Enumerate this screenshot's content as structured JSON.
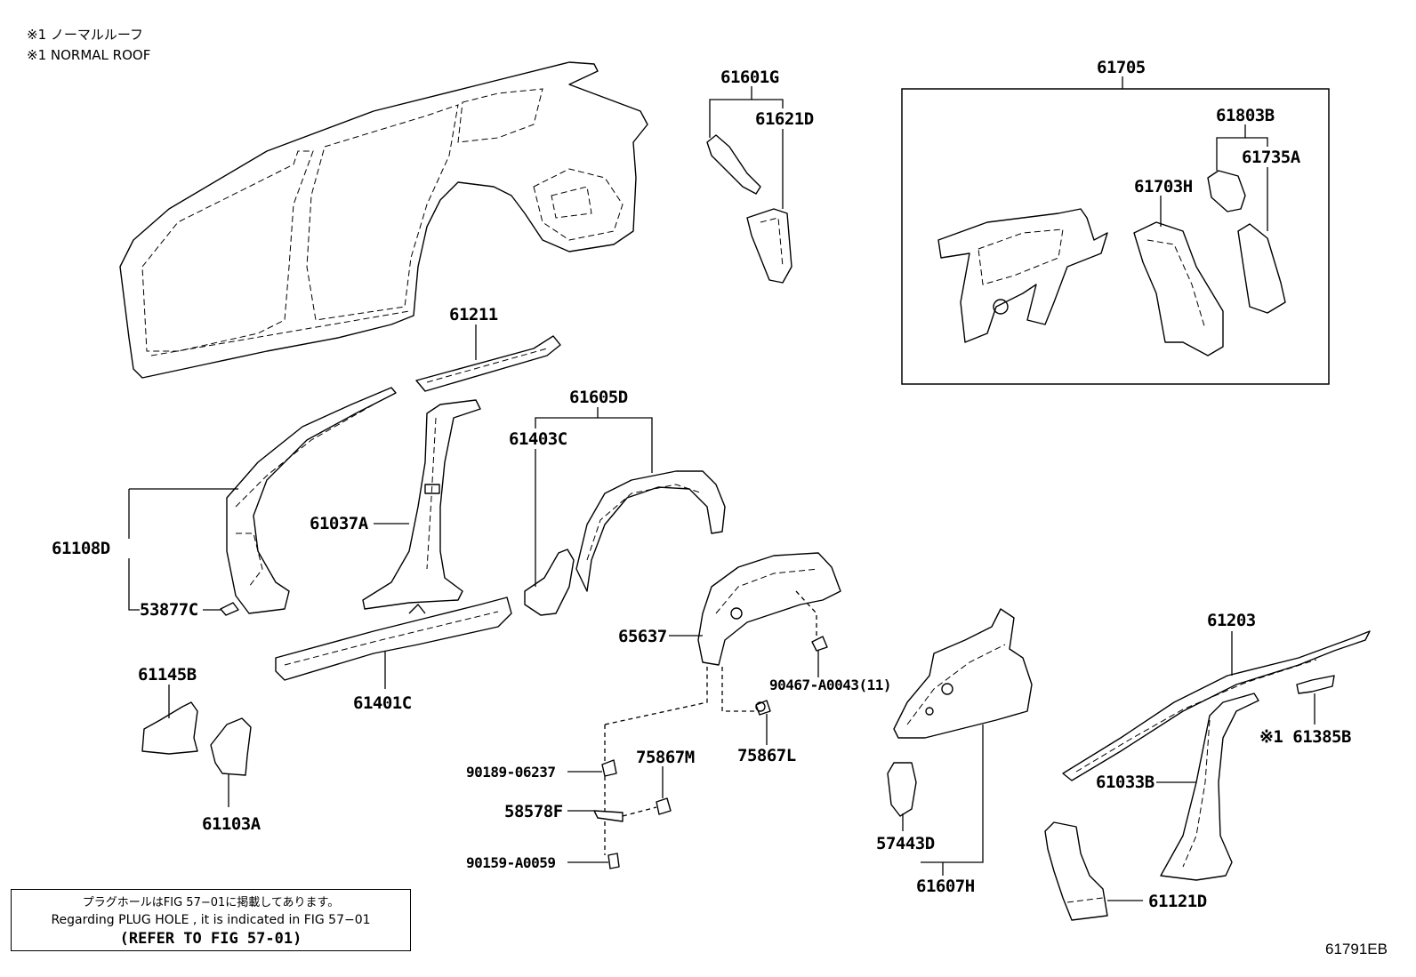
{
  "notes": {
    "line_jp": "※1 ノーマルルーフ",
    "line_en": "※1 NORMAL ROOF"
  },
  "parts": {
    "p61601G": "61601G",
    "p61621D": "61621D",
    "p61705": "61705",
    "p61803B": "61803B",
    "p61735A": "61735A",
    "p61703H": "61703H",
    "p61211": "61211",
    "p61605D": "61605D",
    "p61403C": "61403C",
    "p61108D": "61108D",
    "p61037A": "61037A",
    "p53877C": "53877C",
    "p65637": "65637",
    "p90467": "90467-A0043(11)",
    "p61203": "61203",
    "p61401C": "61401C",
    "p61145B": "61145B",
    "p61103A": "61103A",
    "p75867M": "75867M",
    "p75867L": "75867L",
    "p90189": "90189-06237",
    "p58578F": "58578F",
    "p90159": "90159-A0059",
    "p57443D": "57443D",
    "p61607H": "61607H",
    "p61385B": "※1 61385B",
    "p61033B": "61033B",
    "p61121D": "61121D"
  },
  "reference": {
    "jp": "プラグホールはFIG 57−01に掲載してあります。",
    "en": "Regarding PLUG HOLE , it is indicated in FIG 57−01",
    "fig": "(REFER TO FIG 57-01)"
  },
  "document_id": "61791EB"
}
